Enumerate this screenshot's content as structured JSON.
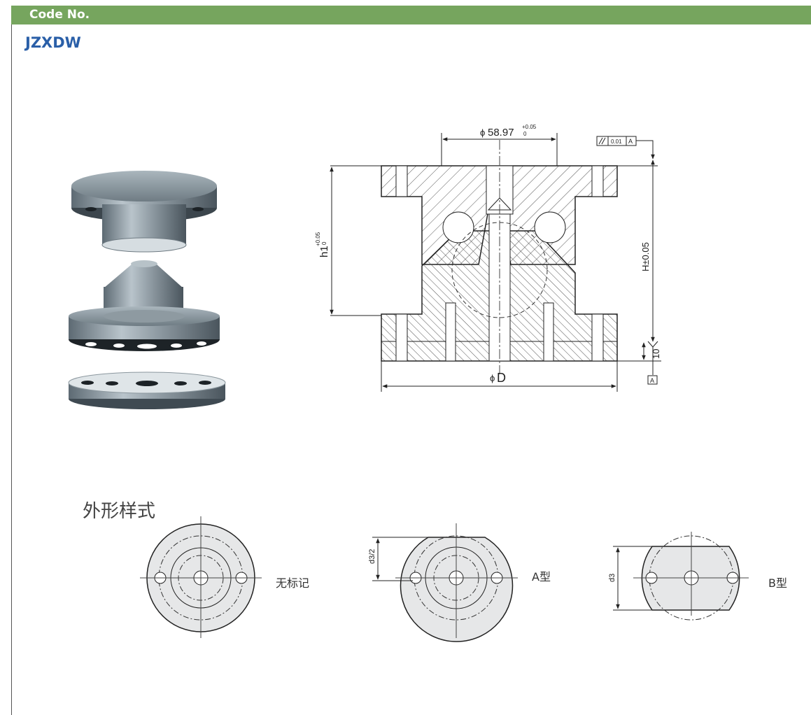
{
  "header": {
    "label": "Code No.",
    "color": "#76a55e"
  },
  "product": {
    "code": "JZXDW",
    "color": "#2a5fa8"
  },
  "drawing": {
    "bore_dim": "58.97",
    "bore_tol_upper": "+0.05",
    "bore_tol_lower": "0",
    "diameter_symbol": "ϕ",
    "outer_dim": "D",
    "height_left": "h1",
    "height_left_tol_upper": "+0.05",
    "height_left_tol_lower": "0",
    "height_right": "H±0.05",
    "flange_thickness": "10",
    "parallel_tol": "0.01",
    "datum": "A",
    "datum_box": "A"
  },
  "variants": {
    "section_title": "外形样式",
    "items": [
      {
        "label": "无标记"
      },
      {
        "label": "A型",
        "dim": "d3/2"
      },
      {
        "label": "B型",
        "dim": "d3"
      }
    ]
  }
}
